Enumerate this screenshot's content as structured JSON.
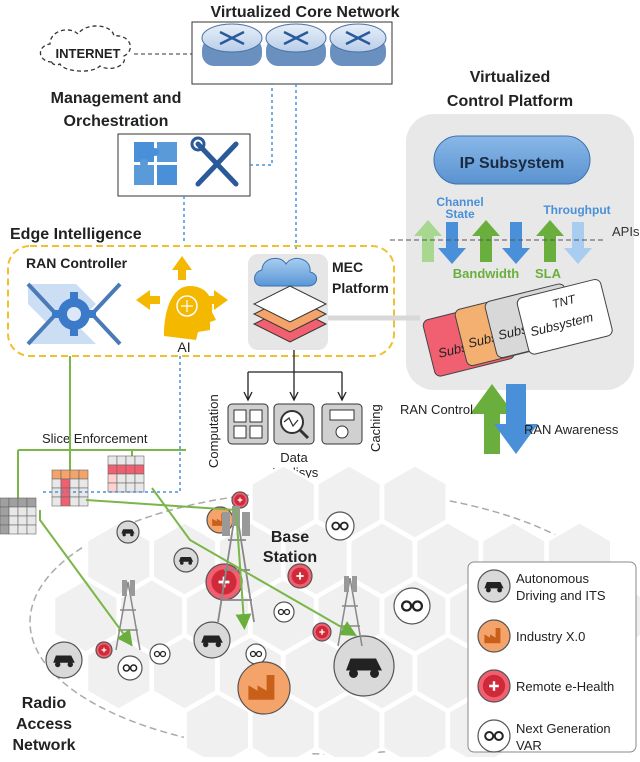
{
  "title_core": "Virtualized Core Network",
  "internet": "INTERNET",
  "mgmt_line1": "Management and",
  "mgmt_line2": "Orchestration",
  "vcp_line1": "Virtualized",
  "vcp_line2": "Control Platform",
  "ip_subsystem": "IP Subsystem",
  "channel_line1": "Channel",
  "channel_line2": "State",
  "throughput": "Throughput",
  "apis": "APIs",
  "bandwidth": "Bandwidth",
  "sla": "SLA",
  "tnt_top": "TNT",
  "tnt_sub_partial": "Subs",
  "tnt_subsystem": "Subsystem",
  "edge_intelligence": "Edge Intelligence",
  "ran_controller": "RAN Controller",
  "ai": "AI",
  "mec_line1": "MEC",
  "mec_line2": "Platform",
  "computation": "Computation",
  "data_line1": "Data",
  "data_line2": "Analisys",
  "caching": "Caching",
  "ran_control": "RAN Control",
  "ran_awareness": "RAN Awareness",
  "slice_enforcement": "Slice Enforcement",
  "base_line1": "Base",
  "base_line2": "Station",
  "radio_line1": "Radio",
  "radio_line2": "Access",
  "radio_line3": "Network",
  "legend": [
    {
      "line1": "Autonomous",
      "line2": "Driving and ITS",
      "icon": "car-icon",
      "color": "#d9d9d9"
    },
    {
      "line1": "Industry X.0",
      "line2": "",
      "icon": "factory-icon",
      "color": "#f4a46a"
    },
    {
      "line1": "Remote e-Health",
      "line2": "",
      "icon": "medical-cross-icon",
      "color": "#f06070"
    },
    {
      "line1": "Next Generation",
      "line2": "VAR",
      "icon": "vr-glasses-icon",
      "color": "#ffffff"
    }
  ],
  "colors": {
    "blue_arrow": "#4a90d9",
    "green_arrow": "#6aaf3d",
    "orange": "#f0a040",
    "ai_yellow": "#f5b800",
    "dashed_yellow": "#f0c030",
    "cell_green": "#7ab648"
  }
}
